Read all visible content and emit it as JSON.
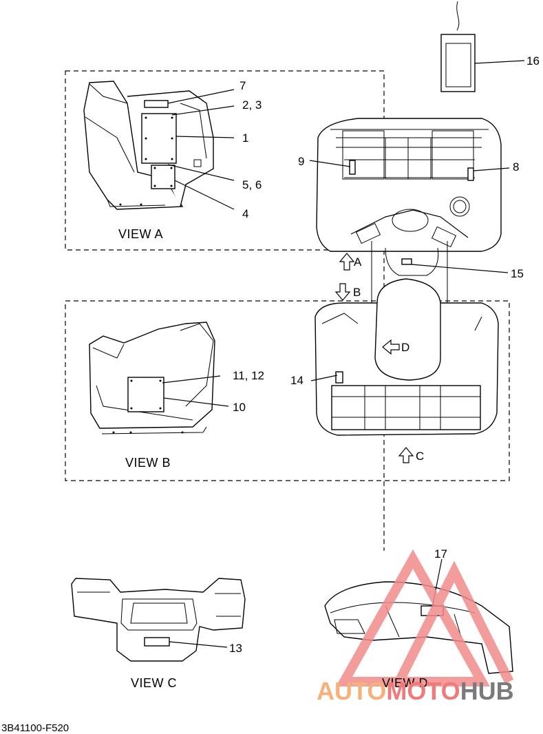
{
  "callouts": {
    "c1": "1",
    "c2_3": "2, 3",
    "c4": "4",
    "c5_6": "5, 6",
    "c7": "7",
    "c8": "8",
    "c9": "9",
    "c10": "10",
    "c11_12": "11, 12",
    "c13": "13",
    "c14": "14",
    "c15": "15",
    "c16": "16",
    "c17": "17"
  },
  "views": {
    "a": "VIEW A",
    "b": "VIEW B",
    "c": "VIEW C",
    "d": "VIEW D"
  },
  "arrows": {
    "a": "A",
    "b": "B",
    "c": "C",
    "d": "D"
  },
  "diagram_code": "3B41100-F520",
  "watermark": {
    "part1": "AUTO",
    "part2": "MOTO",
    "part3": "HUB",
    "triangle_color": "#f28b8b"
  }
}
